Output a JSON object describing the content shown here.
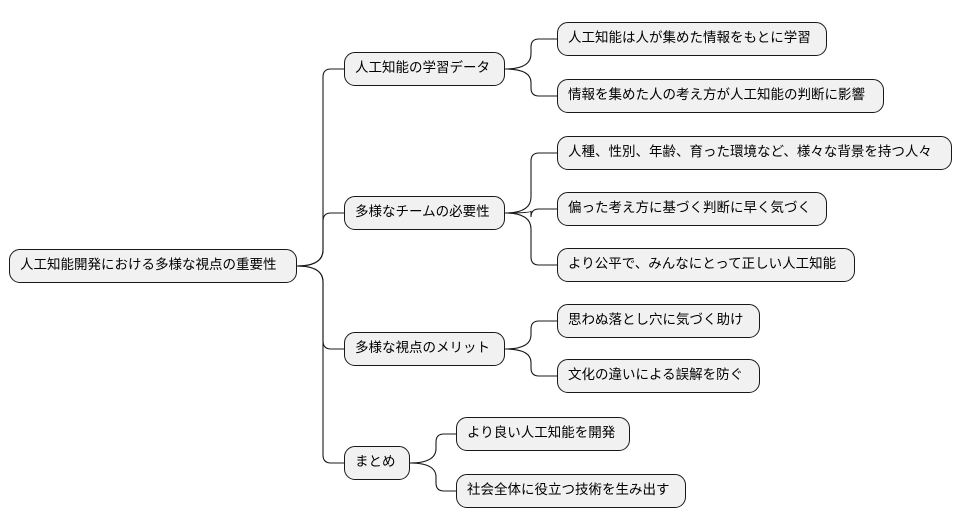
{
  "root": {
    "label": "人工知能開発における多様な視点の重要性"
  },
  "branches": [
    {
      "label": "人工知能の学習データ",
      "children": [
        "人工知能は人が集めた情報をもとに学習",
        "情報を集めた人の考え方が人工知能の判断に影響"
      ]
    },
    {
      "label": "多様なチームの必要性",
      "children": [
        "人種、性別、年齢、育った環境など、様々な背景を持つ人々",
        "偏った考え方に基づく判断に早く気づく",
        "より公平で、みんなにとって正しい人工知能"
      ]
    },
    {
      "label": "多様な視点のメリット",
      "children": [
        "思わぬ落とし穴に気づく助け",
        "文化の違いによる誤解を防ぐ"
      ]
    },
    {
      "label": "まとめ",
      "children": [
        "より良い人工知能を開発",
        "社会全体に役立つ技術を生み出す"
      ]
    }
  ],
  "colors": {
    "node_fill": "#f1f1f1",
    "stroke": "#181818"
  }
}
